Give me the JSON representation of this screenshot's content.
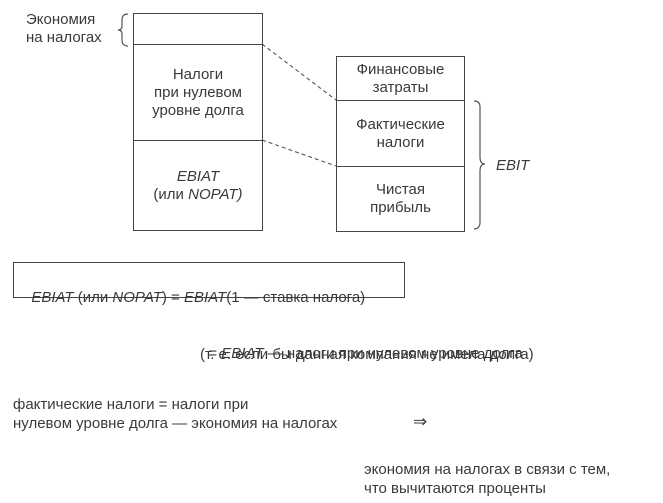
{
  "left_column": {
    "tax_savings_label": "Экономия\nна налогах",
    "taxes_zero_debt": "Налоги\nпри нулевом\nуровне долга",
    "ebiat": "EBIAT",
    "ebiat_alt": "(или NOPAT)"
  },
  "right_column": {
    "financial_costs": "Финансовые\nзатраты",
    "actual_taxes": "Фактические\nналоги",
    "net_profit": "Чистая\nприбыль",
    "ebit_label": "EBIT"
  },
  "formula": {
    "box_left_italic": "EBIAT",
    "box_mid": " (или ",
    "box_mid_italic": "NOPAT",
    "box_mid2": ") = ",
    "box_right_italic": "EBIAT",
    "box_tail": "(1 — ставка налога)",
    "line2_prefix": "= ",
    "line2_italic": "EBIAT",
    "line2_rest": " — налоги при нулевом уровне долга",
    "line3": "(т. е. если бы данная компания не имела долга)"
  },
  "explanation": {
    "line1": "фактические налоги = налоги при",
    "line2": "нулевом уровне долга — экономия на налогах",
    "arrow": "⇒",
    "result_line1": "экономия на налогах в связи с тем,",
    "result_line2": "что вычитаются проценты"
  }
}
